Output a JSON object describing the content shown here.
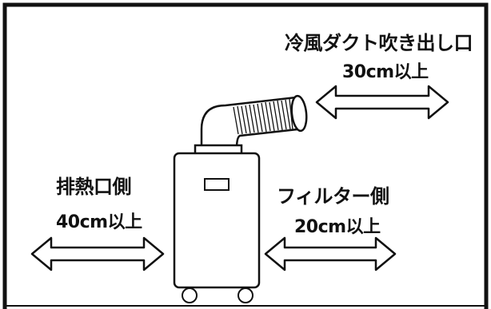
{
  "labels": {
    "duct": {
      "title": "冷風ダクト吹き出し口",
      "distance": "30cm以上"
    },
    "exhaust": {
      "title": "排熱口側",
      "distance": "40cm以上"
    },
    "filter": {
      "title": "フィルター側",
      "distance": "20cm以上"
    }
  },
  "colors": {
    "line": "#111111",
    "background": "#ffffff"
  }
}
